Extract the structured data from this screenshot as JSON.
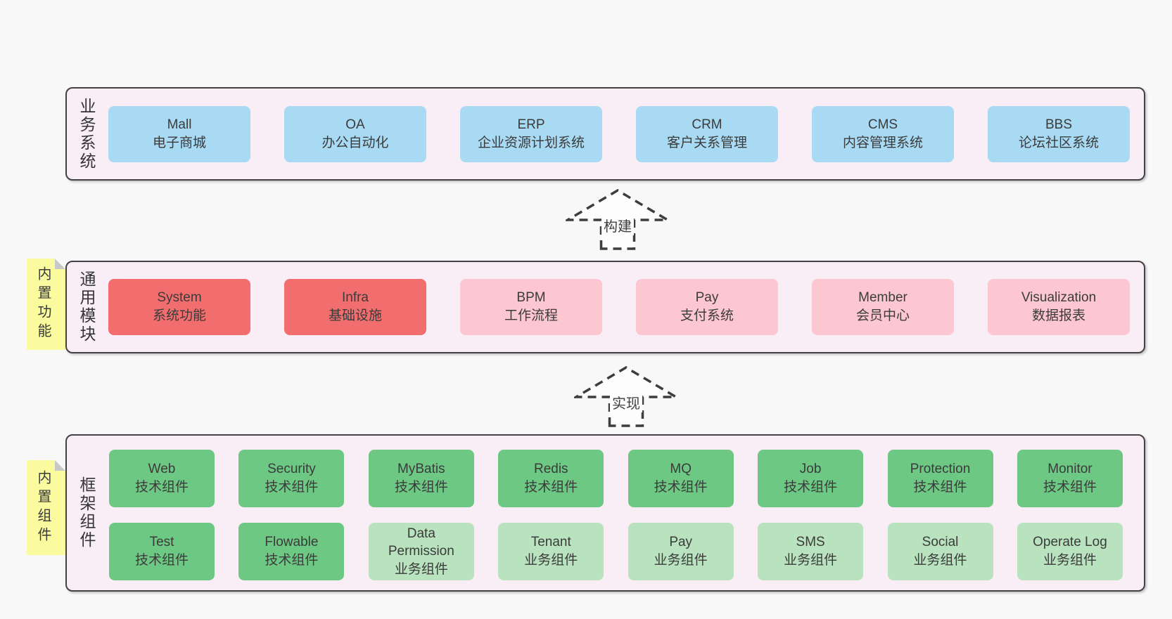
{
  "colors": {
    "page_bg": "#f8f8f8",
    "band_bg": "#f9edf6",
    "outline": "#454245",
    "text": "#3c3c3c",
    "blue": "#a9daf3",
    "red": "#f26e6e",
    "pink": "#fcc7d0",
    "green": "#6cc883",
    "lightgreen": "#b9e3be",
    "yellow": "#fafa9f",
    "fold": "#c7c8c9",
    "arrow_fill": "#fdfdfd",
    "arrow_stroke": "#3d3d3d"
  },
  "arrows": [
    {
      "label": "构建"
    },
    {
      "label": "实现"
    }
  ],
  "bands": [
    {
      "label": "业务系统",
      "note": null,
      "rows": [
        [
          {
            "name": "Mall",
            "desc": "电子商城",
            "variant": "blue"
          },
          {
            "name": "OA",
            "desc": "办公自动化",
            "variant": "blue"
          },
          {
            "name": "ERP",
            "desc": "企业资源计划系统",
            "variant": "blue"
          },
          {
            "name": "CRM",
            "desc": "客户关系管理",
            "variant": "blue"
          },
          {
            "name": "CMS",
            "desc": "内容管理系统",
            "variant": "blue"
          },
          {
            "name": "BBS",
            "desc": "论坛社区系统",
            "variant": "blue"
          }
        ]
      ]
    },
    {
      "label": "通用模块",
      "note": "内置功能",
      "rows": [
        [
          {
            "name": "System",
            "desc": "系统功能",
            "variant": "red"
          },
          {
            "name": "Infra",
            "desc": "基础设施",
            "variant": "red"
          },
          {
            "name": "BPM",
            "desc": "工作流程",
            "variant": "pink"
          },
          {
            "name": "Pay",
            "desc": "支付系统",
            "variant": "pink"
          },
          {
            "name": "Member",
            "desc": "会员中心",
            "variant": "pink"
          },
          {
            "name": "Visualization",
            "desc": "数据报表",
            "variant": "pink"
          }
        ]
      ]
    },
    {
      "label": "框架组件",
      "note": "内置组件",
      "rows": [
        [
          {
            "name": "Web",
            "desc": "技术组件",
            "variant": "green"
          },
          {
            "name": "Security",
            "desc": "技术组件",
            "variant": "green"
          },
          {
            "name": "MyBatis",
            "desc": "技术组件",
            "variant": "green"
          },
          {
            "name": "Redis",
            "desc": "技术组件",
            "variant": "green"
          },
          {
            "name": "MQ",
            "desc": "技术组件",
            "variant": "green"
          },
          {
            "name": "Job",
            "desc": "技术组件",
            "variant": "green"
          },
          {
            "name": "Protection",
            "desc": "技术组件",
            "variant": "green"
          },
          {
            "name": "Monitor",
            "desc": "技术组件",
            "variant": "green"
          }
        ],
        [
          {
            "name": "Test",
            "desc": "技术组件",
            "variant": "green"
          },
          {
            "name": "Flowable",
            "desc": "技术组件",
            "variant": "green"
          },
          {
            "name": "Data Permission",
            "desc": "业务组件",
            "variant": "lightgreen"
          },
          {
            "name": "Tenant",
            "desc": "业务组件",
            "variant": "lightgreen"
          },
          {
            "name": "Pay",
            "desc": "业务组件",
            "variant": "lightgreen"
          },
          {
            "name": "SMS",
            "desc": "业务组件",
            "variant": "lightgreen"
          },
          {
            "name": "Social",
            "desc": "业务组件",
            "variant": "lightgreen"
          },
          {
            "name": "Operate Log",
            "desc": "业务组件",
            "variant": "lightgreen"
          }
        ]
      ]
    }
  ]
}
